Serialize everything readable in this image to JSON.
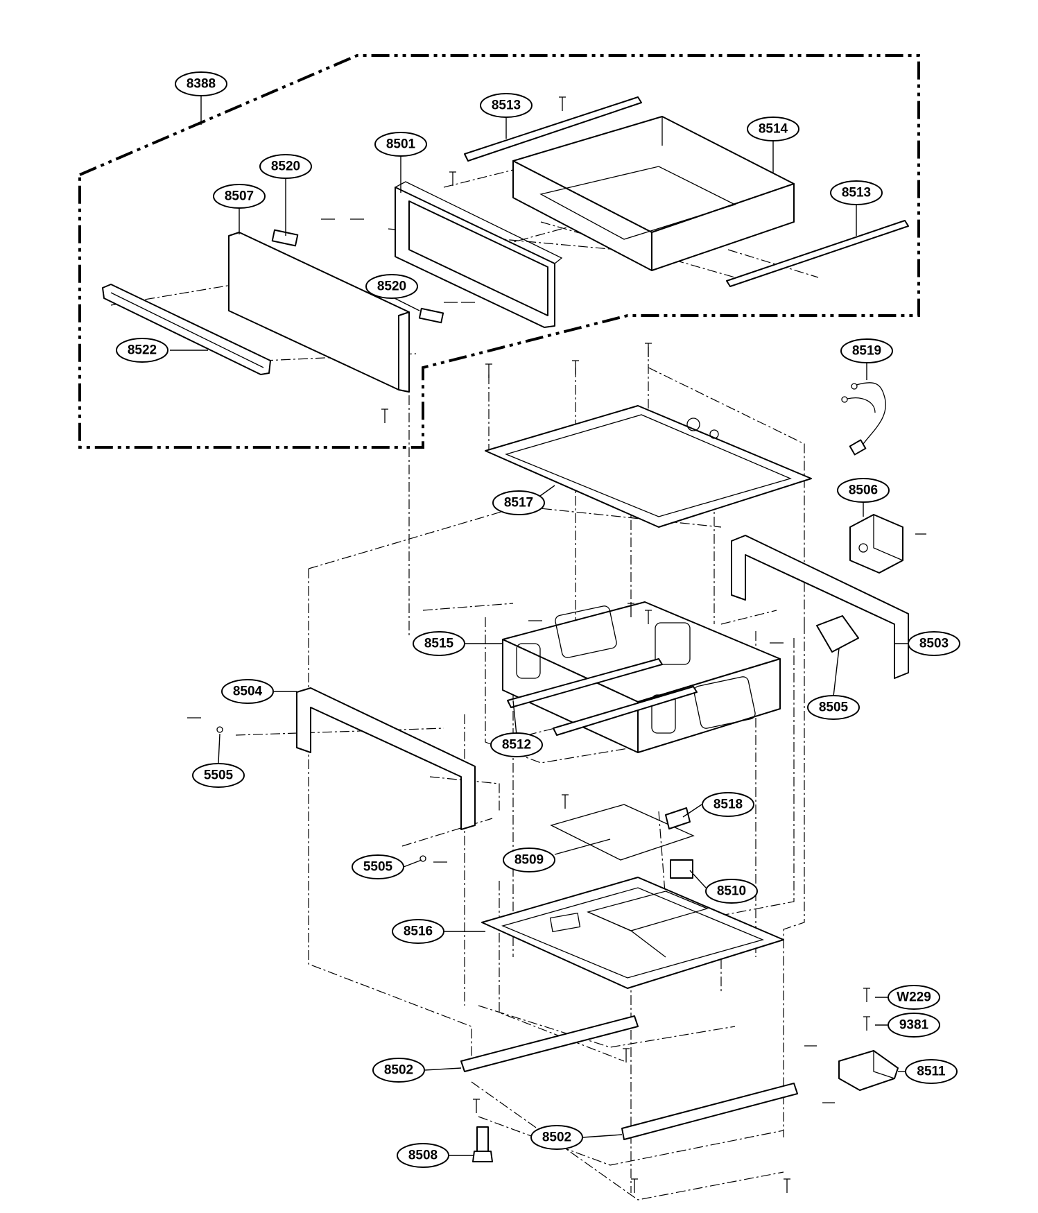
{
  "callouts": {
    "c8388": "8388",
    "c8513a": "8513",
    "c8514": "8514",
    "c8501": "8501",
    "c8520a": "8520",
    "c8507": "8507",
    "c8513b": "8513",
    "c8520b": "8520",
    "c8522": "8522",
    "c8519": "8519",
    "c8517": "8517",
    "c8506": "8506",
    "c8515": "8515",
    "c8503": "8503",
    "c8504": "8504",
    "c8505": "8505",
    "c8512": "8512",
    "c5505a": "5505",
    "c8518": "8518",
    "c5505b": "5505",
    "c8509": "8509",
    "c8510": "8510",
    "c8516": "8516",
    "cW229": "W229",
    "c9381": "9381",
    "c8502a": "8502",
    "c8511": "8511",
    "c8502b": "8502",
    "c8508": "8508"
  }
}
